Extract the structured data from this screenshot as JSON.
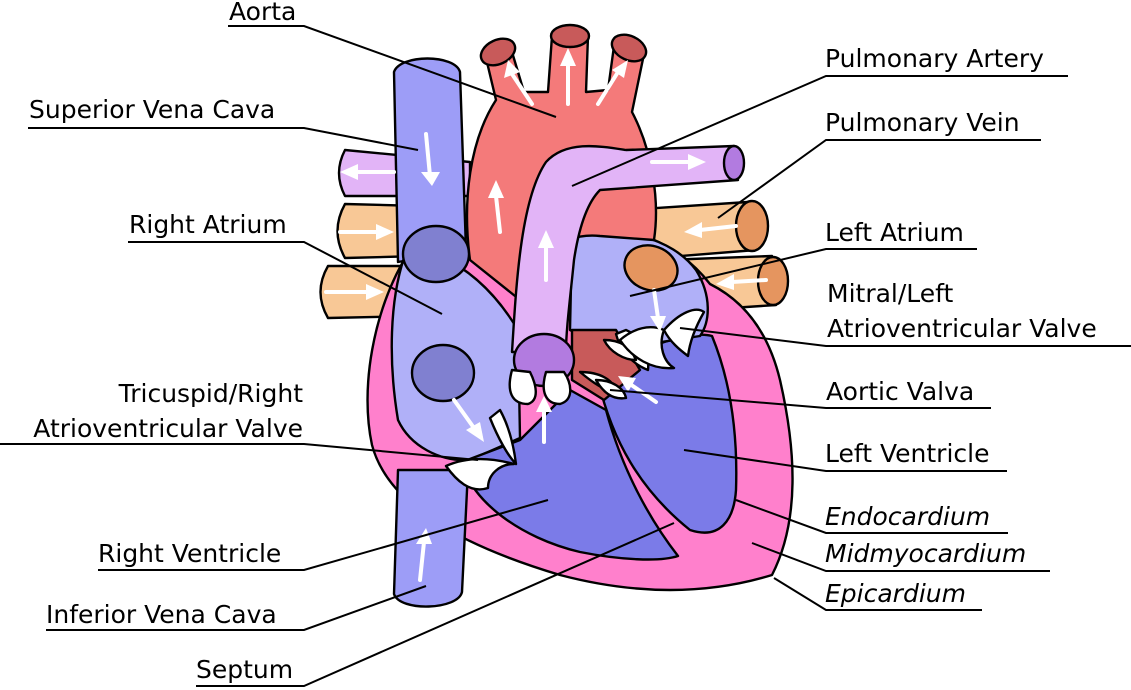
{
  "labels": {
    "aorta": "Aorta",
    "superior_vena_cava": "Superior Vena Cava",
    "right_atrium": "Right Atrium",
    "tricuspid_line1": "Tricuspid/Right",
    "tricuspid_line2": "Atrioventricular Valve",
    "right_ventricle": "Right Ventricle",
    "inferior_vena_cava": "Inferior Vena Cava",
    "septum": "Septum",
    "pulmonary_artery": "Pulmonary Artery",
    "pulmonary_vein": "Pulmonary Vein",
    "left_atrium": "Left Atrium",
    "mitral_line1": "Mitral/Left",
    "mitral_line2": "Atrioventricular Valve",
    "aortic_valva": "Aortic Valva",
    "left_ventricle": "Left Ventricle",
    "endocardium": "Endocardium",
    "midmyocardium": "Midmyocardium",
    "epicardium": "Epicardium"
  },
  "colors": {
    "aorta": "#f47a7a",
    "aorta_dark": "#c85a5a",
    "vena_cava": "#9d9df7",
    "right_heart": "#b0b0f8",
    "right_ventricle": "#7b7be8",
    "pulmonary_artery": "#e2b4f7",
    "pulmonary_artery_dark": "#b27be0",
    "pulmonary_vein": "#f8c896",
    "pulmonary_vein_dark": "#e5955f",
    "myocardium": "#ff80cc",
    "valve": "#ffffff"
  }
}
